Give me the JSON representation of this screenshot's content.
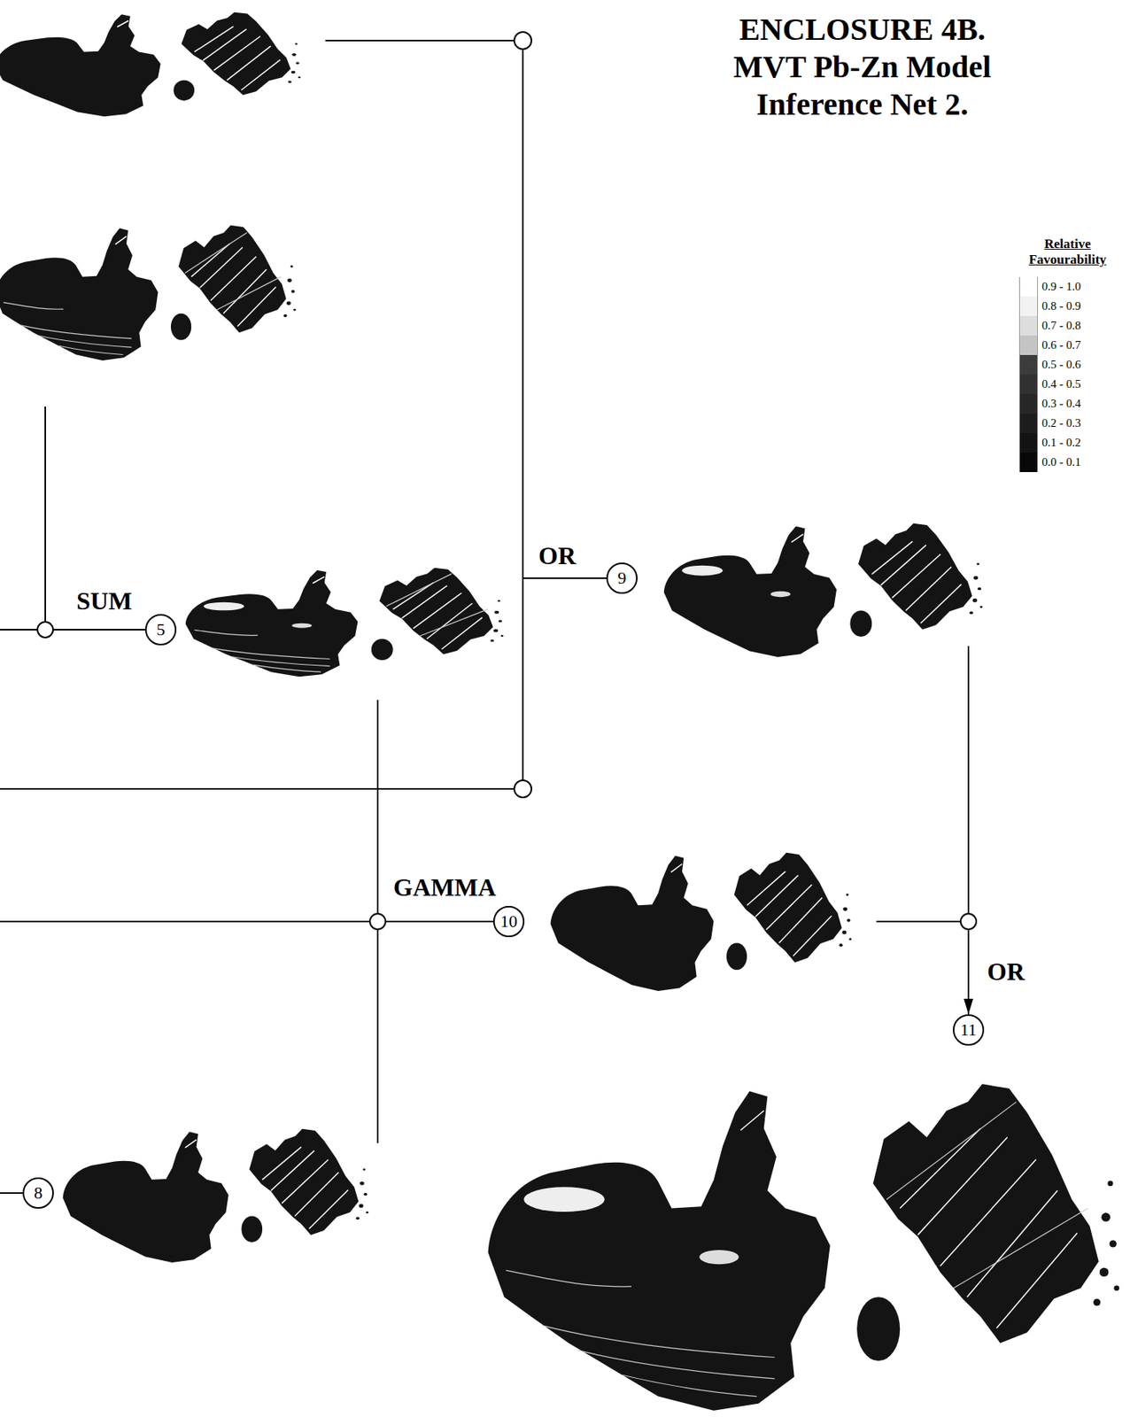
{
  "diagram": {
    "title": "ENCLOSURE 4B. MVT Pb-Zn Model Inference Net 2.",
    "nodes": [
      {
        "text": [
          "OR"
        ]
      },
      {
        "text": [
          "9"
        ]
      },
      {
        "text": [
          "SUM"
        ]
      },
      {
        "text": [
          "5"
        ]
      },
      {
        "text": [
          "GAMMA"
        ]
      },
      {
        "text": [
          "10"
        ]
      },
      {
        "text": [
          "OR"
        ]
      },
      {
        "text": [
          "11"
        ]
      },
      {
        "text": [
          "8"
        ]
      }
    ],
    "edges": [
      {
        "from": 0,
        "to": 1,
        "arrow": "none"
      },
      {
        "from": 2,
        "to": 3,
        "arrow": "none"
      },
      {
        "from": 4,
        "to": 5,
        "arrow": "none"
      },
      {
        "from": 6,
        "to": 7,
        "arrow": "to"
      }
    ],
    "labels": [
      "Relative Favourability"
    ],
    "legend": [
      {
        "text": "0.9 - 1.0",
        "color": "#ffffff"
      },
      {
        "text": "0.8 - 0.9",
        "color": "#f2f2f2"
      },
      {
        "text": "0.7 - 0.8",
        "color": "#dddddd"
      },
      {
        "text": "0.6 - 0.7",
        "color": "#c4c4c4"
      },
      {
        "text": "0.5 - 0.6",
        "color": "#3c3c3c"
      },
      {
        "text": "0.4 - 0.5",
        "color": "#313131"
      },
      {
        "text": "0.3 - 0.4",
        "color": "#272727"
      },
      {
        "text": "0.2 - 0.3",
        "color": "#1d1d1d"
      },
      {
        "text": "0.1 - 0.2",
        "color": "#131313"
      },
      {
        "text": "0.0 - 0.1",
        "color": "#080808"
      }
    ]
  }
}
